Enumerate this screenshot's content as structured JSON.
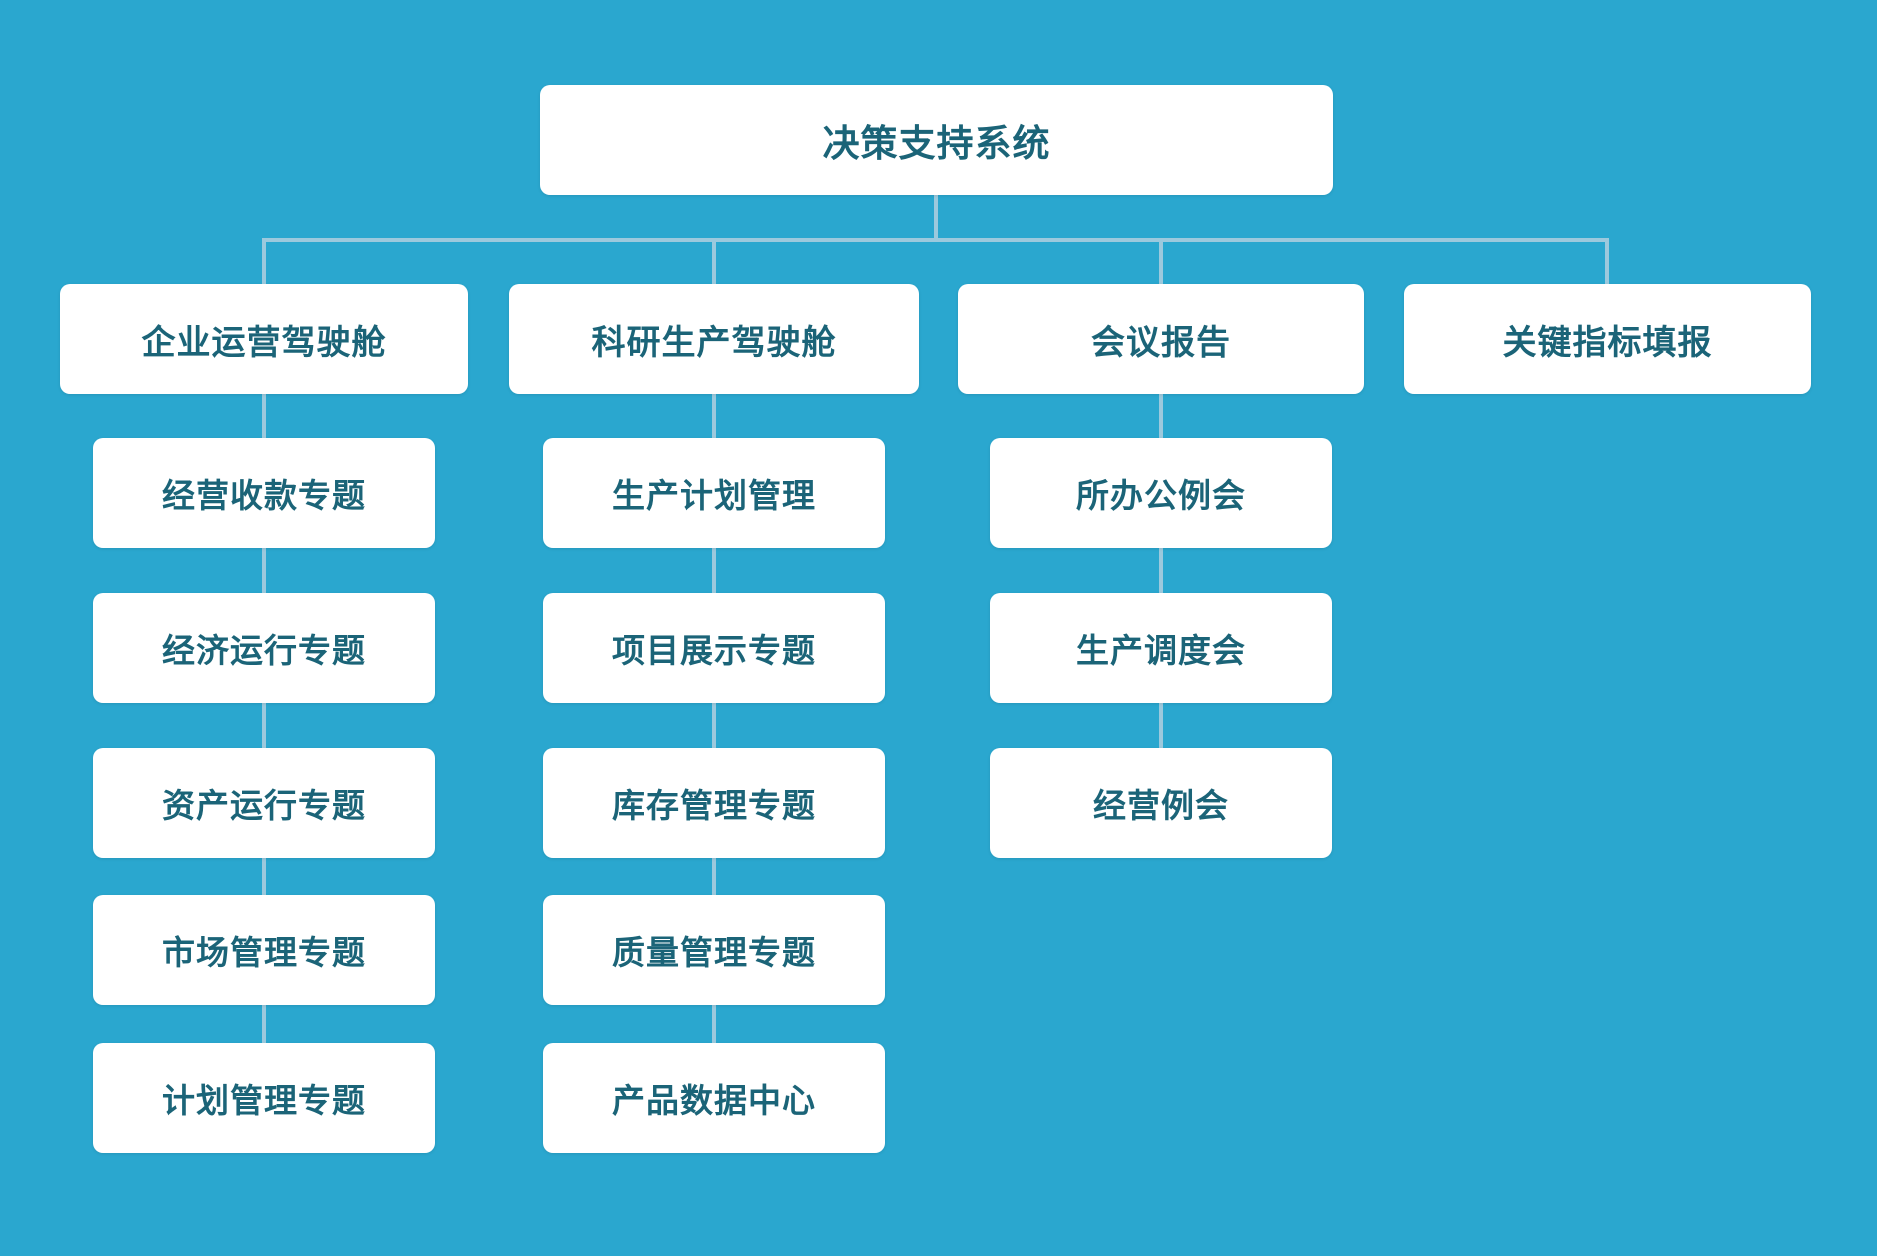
{
  "colors": {
    "background": "#2AA7CF",
    "box_background": "#FFFFFF",
    "text": "#1B6478",
    "connector": "#9CC9DD"
  },
  "root": {
    "label": "决策支持系统"
  },
  "columns": [
    {
      "header": "企业运营驾驶舱",
      "children": [
        "经营收款专题",
        "经济运行专题",
        "资产运行专题",
        "市场管理专题",
        "计划管理专题"
      ]
    },
    {
      "header": "科研生产驾驶舱",
      "children": [
        "生产计划管理",
        "项目展示专题",
        "库存管理专题",
        "质量管理专题",
        "产品数据中心"
      ]
    },
    {
      "header": "会议报告",
      "children": [
        "所办公例会",
        "生产调度会",
        "经营例会"
      ]
    },
    {
      "header": "关键指标填报",
      "children": []
    }
  ]
}
